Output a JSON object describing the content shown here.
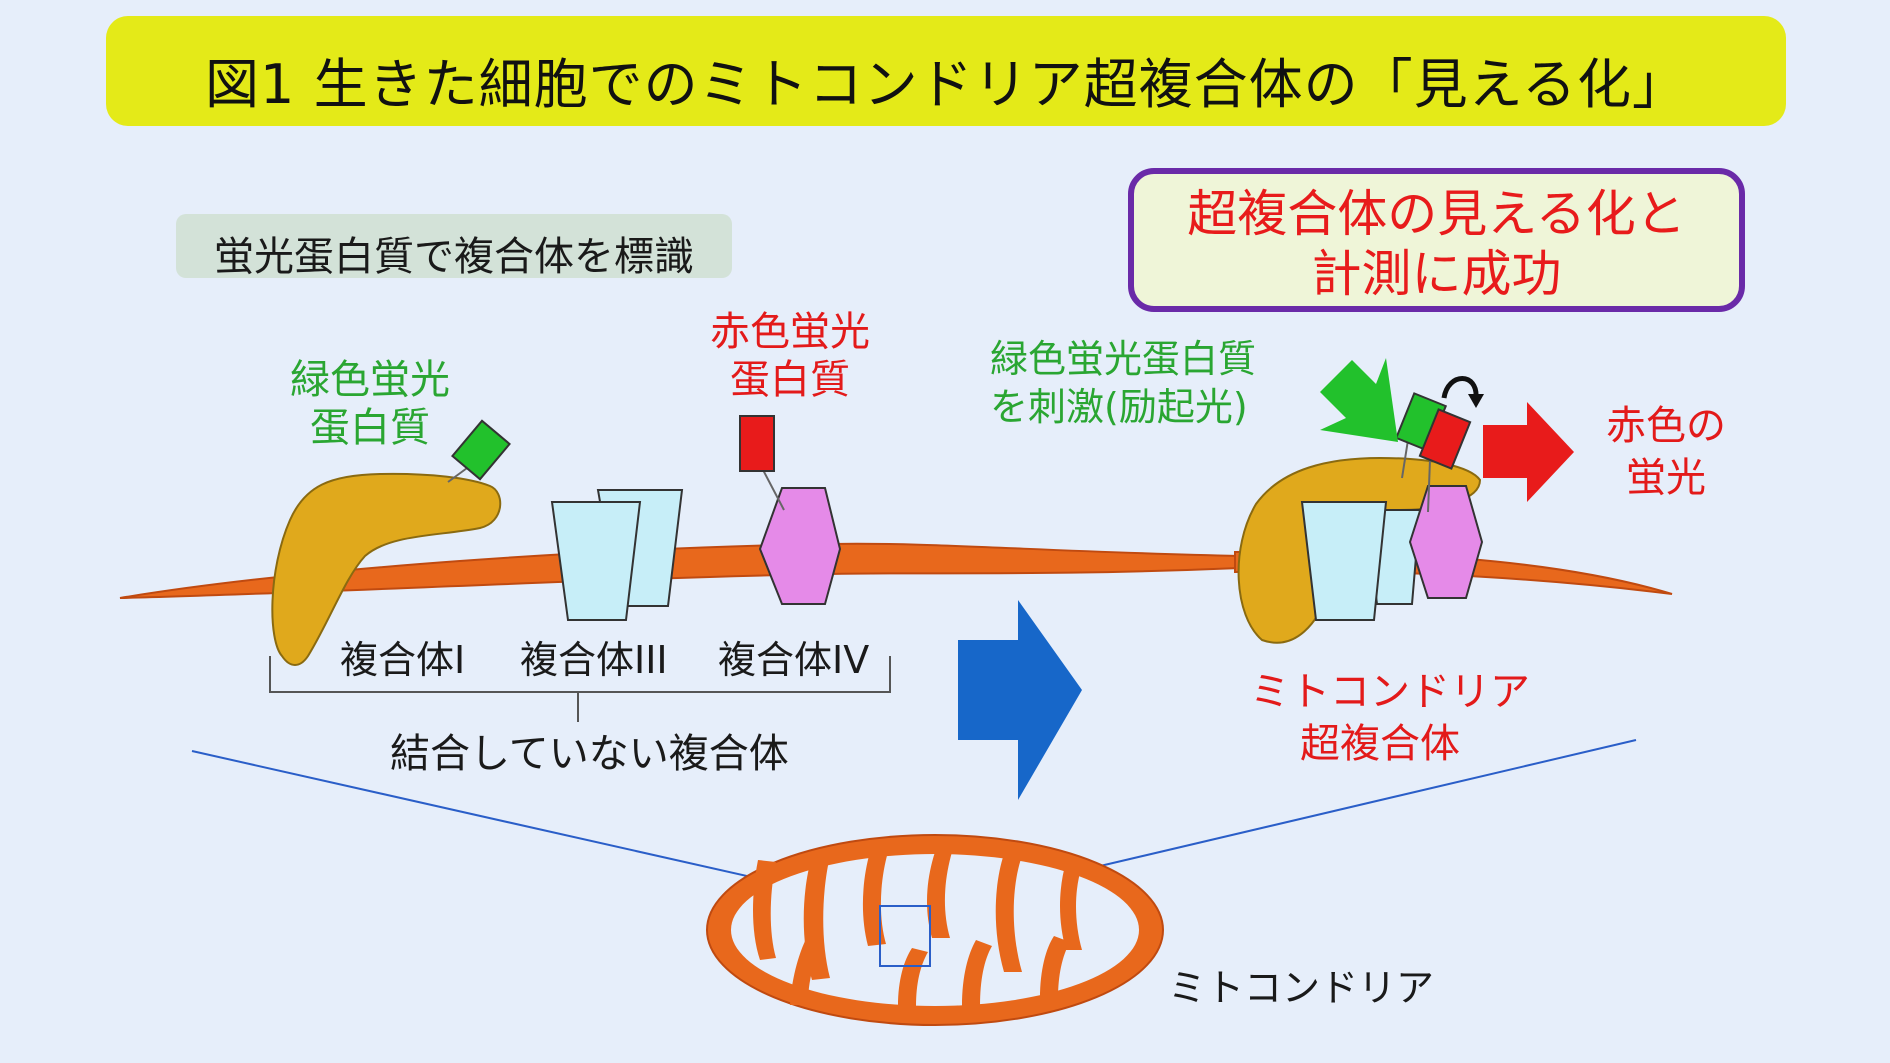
{
  "title": "図1 生きた細胞でのミトコンドリア超複合体の「見える化」",
  "label_tag": "蛍光蛋白質で複合体を標識",
  "success_box": {
    "line1": "超複合体の見える化と",
    "line2": "計測に成功"
  },
  "left_panel": {
    "green_fp": {
      "line1": "緑色蛍光",
      "line2": "蛋白質"
    },
    "red_fp": {
      "line1": "赤色蛍光",
      "line2": "蛋白質"
    },
    "complex_1": "複合体I",
    "complex_3": "複合体III",
    "complex_4": "複合体IV",
    "group_label": "結合していない複合体"
  },
  "right_panel": {
    "excitation": {
      "line1": "緑色蛍光蛋白質",
      "line2": "を刺激(励起光)"
    },
    "red_emission": {
      "line1": "赤色の",
      "line2": "蛍光"
    },
    "supercomplex": {
      "line1": "ミトコンドリア",
      "line2": "超複合体"
    }
  },
  "mitochondrion_label": "ミトコンドリア",
  "colors": {
    "background": "#e6eefa",
    "title_bar": "#e4ea18",
    "membrane": "#e8681c",
    "complex_1": "#e0a91c",
    "complex_3": "#c7eef8",
    "complex_4": "#e58ae8",
    "green_tag": "#22c12c",
    "red_tag": "#e81b1b",
    "big_arrow": "#1767c9",
    "frame": "#6a2aa8"
  }
}
